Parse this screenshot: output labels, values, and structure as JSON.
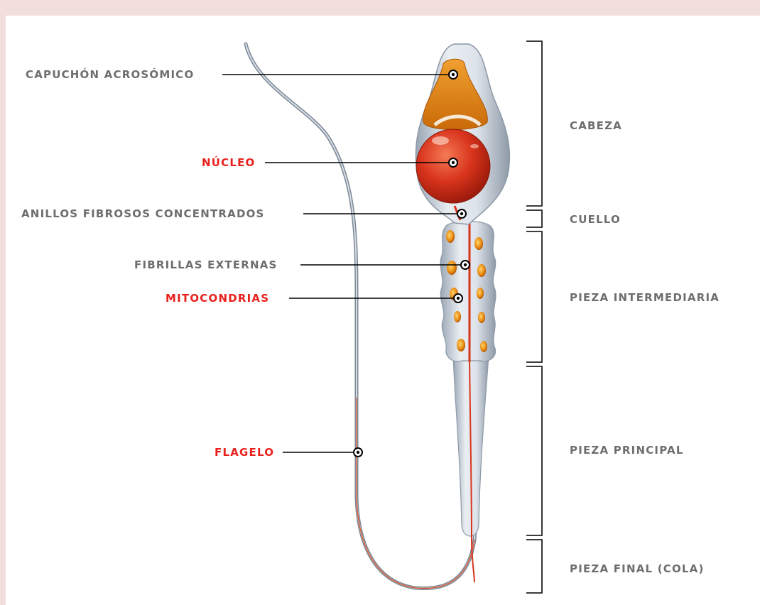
{
  "labels": {
    "acrosomal_cap": "CAPUCHÓN ACROSÓMICO",
    "nucleus": "NÚCLEO",
    "fibrous_rings": "ANILLOS FIBROSOS CONCENTRADOS",
    "external_fibrils": "FIBRILLAS EXTERNAS",
    "mitochondria": "MITOCONDRIAS",
    "flagellum": "FLAGELO"
  },
  "sections": {
    "head": "CABEZA",
    "neck": "CUELLO",
    "midpiece": "PIEZA INTERMEDIARIA",
    "principal_piece": "PIEZA PRINCIPAL",
    "end_piece": "PIEZA FINAL (COLA)"
  },
  "colors": {
    "highlight_label": "#e8211d",
    "normal_label": "#6e6e6e",
    "background": "#f2dedd",
    "nucleus": "#d8341c",
    "acrosome": "#e07a10",
    "membrane": "#c9d2dc"
  }
}
